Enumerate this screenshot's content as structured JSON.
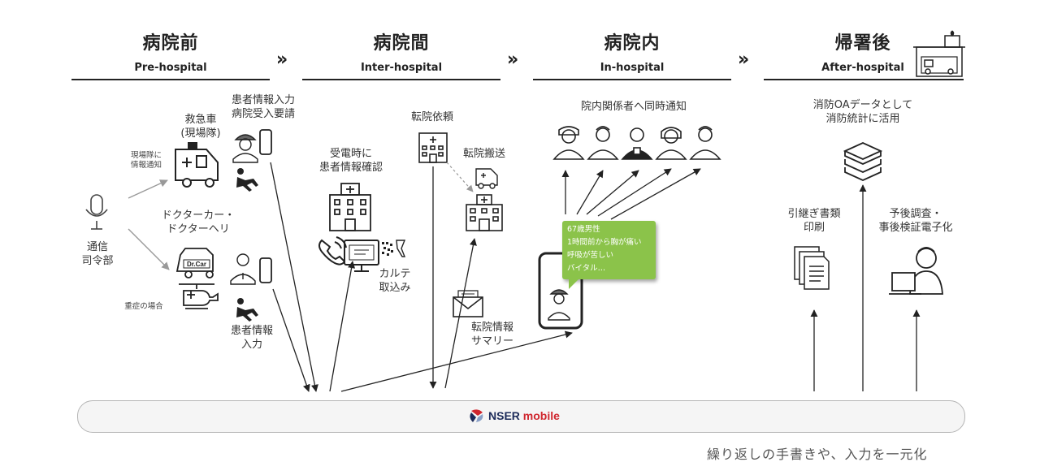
{
  "phases": [
    {
      "ja": "病院前",
      "en": "Pre-hospital"
    },
    {
      "ja": "病院間",
      "en": "Inter-hospital"
    },
    {
      "ja": "病院内",
      "en": "In-hospital"
    },
    {
      "ja": "帰署後",
      "en": "After-hospital"
    }
  ],
  "separator": "»",
  "pre_hospital": {
    "dispatch_label": "通信\n司令部",
    "notify_label": "現場隊に\n情報通知",
    "severe_label": "重症の場合",
    "ambulance_label": "救急車\n(現場隊)",
    "input_request_label": "患者情報入力\n病院受入要請",
    "doctor_car_label": "ドクターカー・\nドクターヘリ",
    "doctor_car_sign": "Dr.Car",
    "patient_input_label": "患者情報\n入力"
  },
  "inter_hospital": {
    "receive_label": "受電時に\n患者情報確認",
    "karte_label": "カルテ\n取込み",
    "transfer_request_label": "転院依頼",
    "transfer_transport_label": "転院搬送",
    "transfer_summary_label": "転院情報\nサマリー"
  },
  "in_hospital": {
    "notify_label": "院内関係者へ同時通知",
    "message_lines": [
      "67歳男性",
      "1時間前から胸が痛い",
      "呼吸が苦しい",
      "バイタル…"
    ]
  },
  "after_hospital": {
    "fire_oa_label": "消防OAデータとして\n消防統計に活用",
    "print_label": "引継ぎ書類\n印刷",
    "survey_label": "予後調査・\n事後検証電子化"
  },
  "platform": {
    "brand": "NSER",
    "product": "mobile"
  },
  "footer": "繰り返しの手書きや、入力を一元化"
}
